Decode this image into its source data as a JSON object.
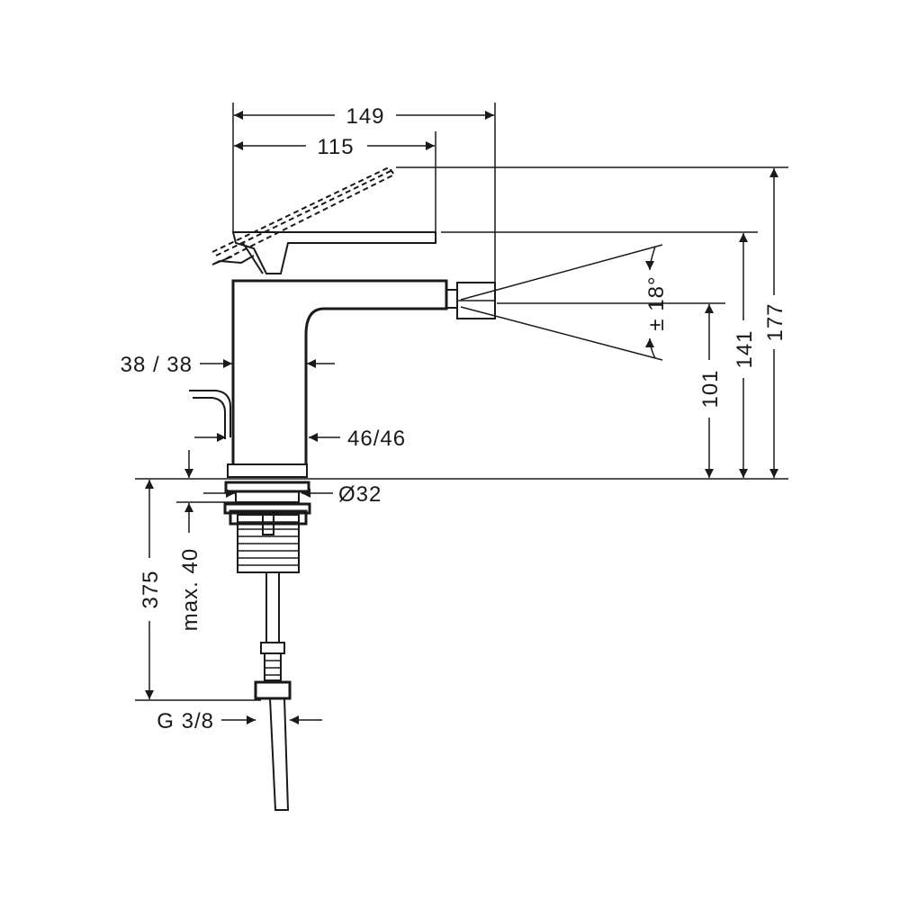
{
  "dimensions": {
    "overall_reach": "149",
    "lever_reach": "115",
    "total_height": "177",
    "lever_height": "141",
    "spout_height": "101",
    "spray_angle": "± 18°",
    "body_width": "38 / 38",
    "base_width": "46/46",
    "hole_diameter": "Ø32",
    "hose_length": "375",
    "max_thickness": "max. 40",
    "thread": "G 3/8"
  }
}
